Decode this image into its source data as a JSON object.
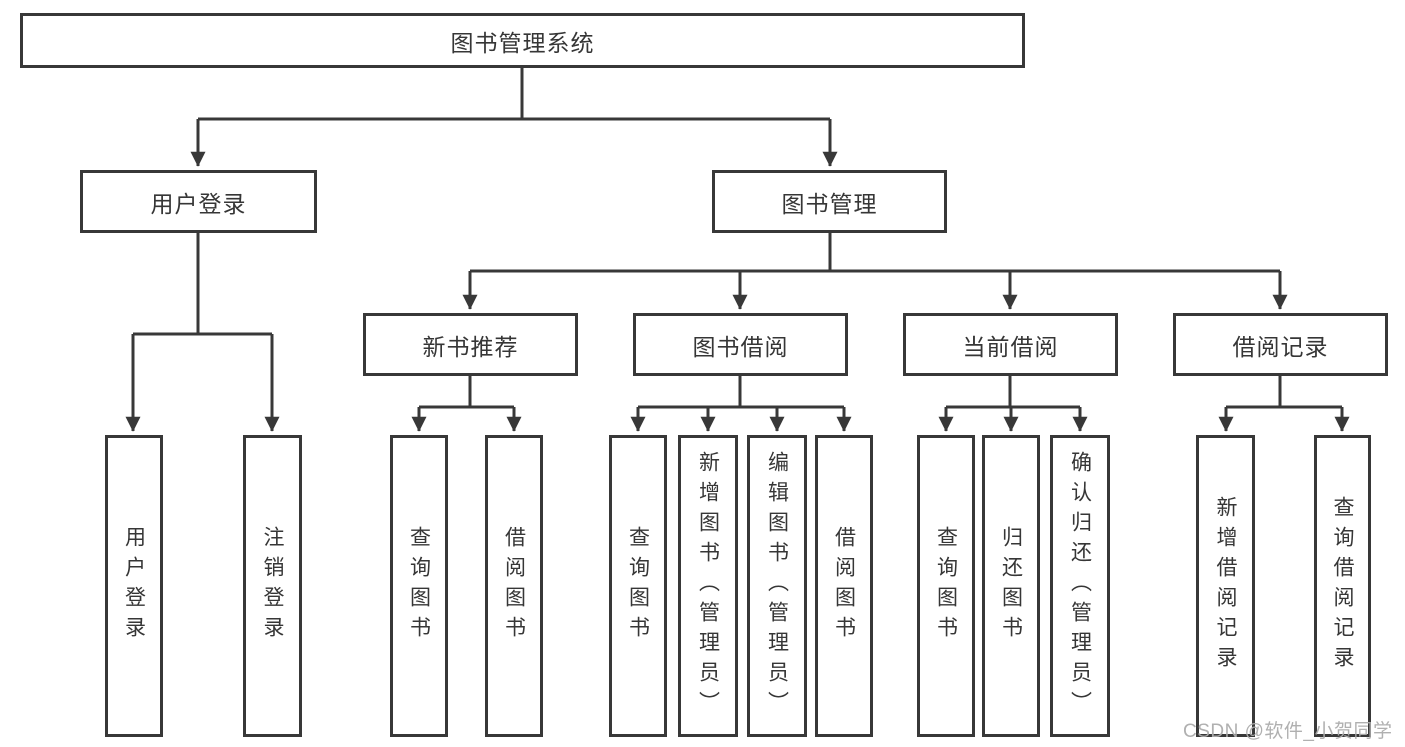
{
  "nodes": {
    "root": "图书管理系统",
    "level1": [
      "用户登录",
      "图书管理"
    ],
    "level2": [
      "新书推荐",
      "图书借阅",
      "当前借阅",
      "借阅记录"
    ],
    "leaves": {
      "user_login": [
        "用户登录",
        "注销登录"
      ],
      "new_books": [
        "查询图书",
        "借阅图书"
      ],
      "book_borrow": [
        "查询图书",
        "新增图书（管理员）",
        "编辑图书（管理员）",
        "借阅图书"
      ],
      "current_borrow": [
        "查询图书",
        "归还图书",
        "确认归还（管理员）"
      ],
      "borrow_records": [
        "新增借阅记录",
        "查询借阅记录"
      ]
    }
  },
  "watermark": "CSDN @软件_小贺同学",
  "colors": {
    "line": "#383838",
    "text": "#363636",
    "box_background": "#ffffff",
    "page_background": "#ffffff",
    "watermark": "#acacac"
  }
}
